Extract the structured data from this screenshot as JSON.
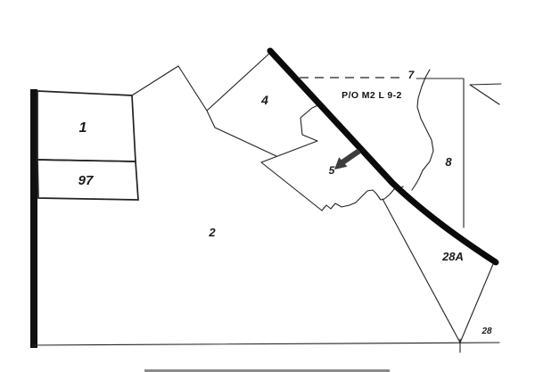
{
  "map": {
    "type": "tax-parcel-plat-map",
    "parcel_labels": {
      "p1": "1",
      "p97": "97",
      "p2": "2",
      "p4": "4",
      "p5": "5",
      "p8": "8",
      "p28a": "28A",
      "p28": "28",
      "p7": "7"
    },
    "annotations": {
      "plat_note": "P/O M2 L 9-2",
      "pointer_target": "5"
    },
    "colors": {
      "background": "#ffffff",
      "line": "#222222",
      "road": "#0a0a0a",
      "arrow": "#3d3d3d",
      "left_bar": "#111111",
      "bottom_bar": "#8c8c8c"
    }
  }
}
